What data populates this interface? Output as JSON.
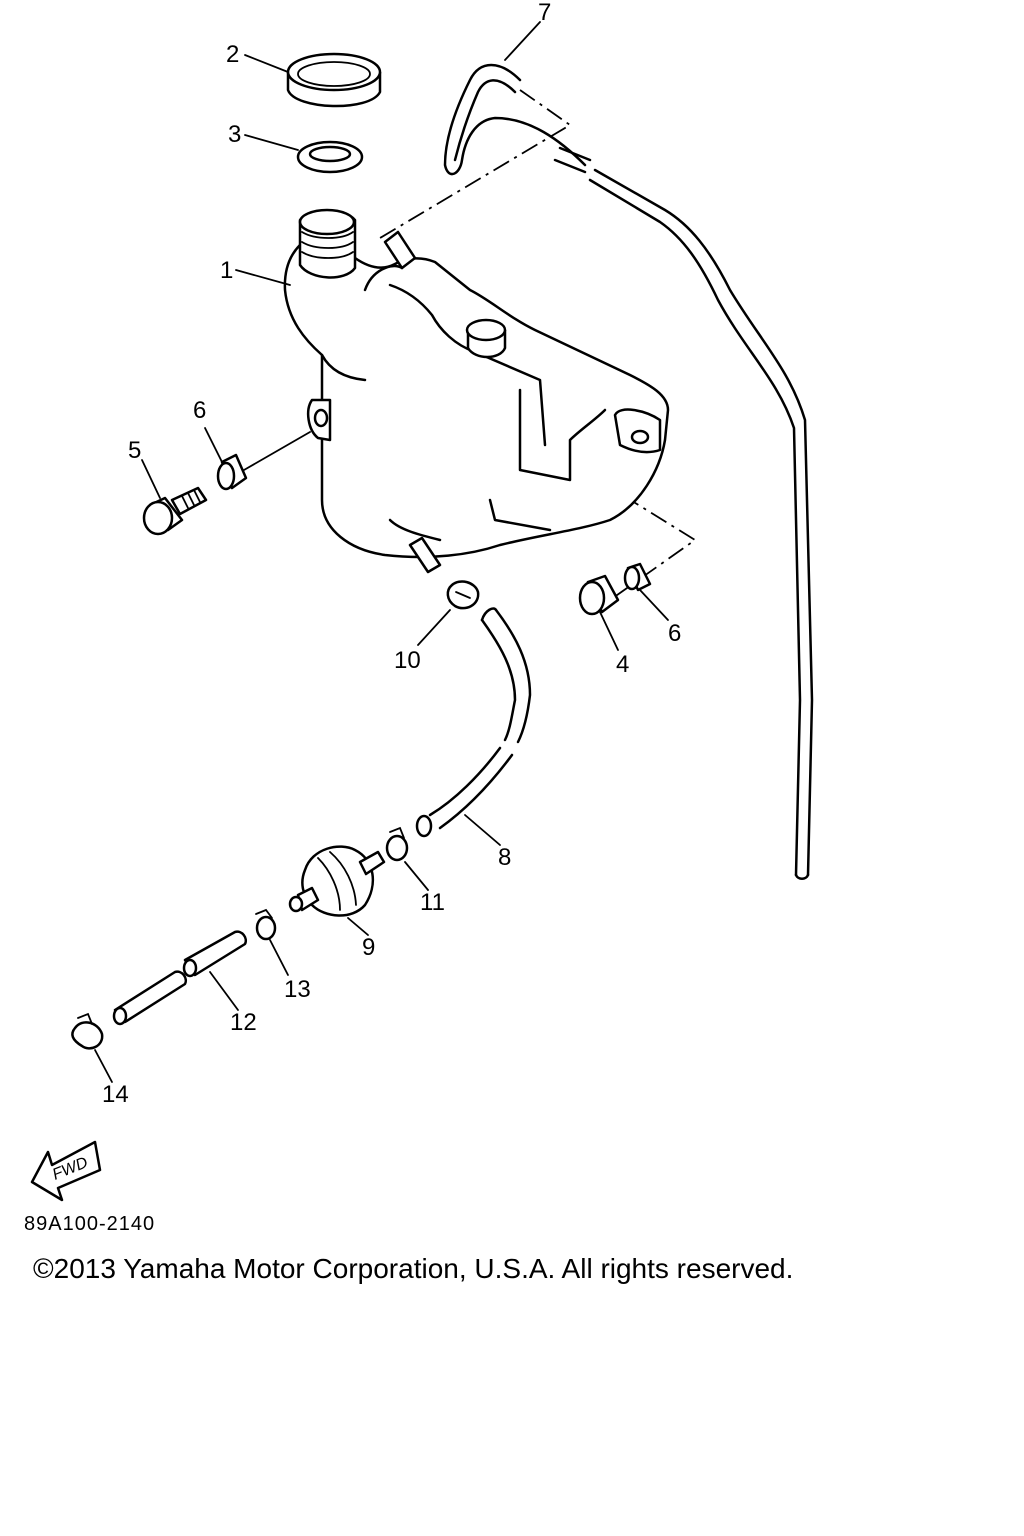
{
  "diagram": {
    "code": "89A100-2140",
    "copyright": "©2013 Yamaha Motor Corporation, U.S.A. All rights reserved.",
    "fwd_label": "FWD",
    "callouts": {
      "c1": "1",
      "c2": "2",
      "c3": "3",
      "c4": "4",
      "c5": "5",
      "c6a": "6",
      "c6b": "6",
      "c7": "7",
      "c8": "8",
      "c9": "9",
      "c10": "10",
      "c11": "11",
      "c12": "12",
      "c13": "13",
      "c14": "14"
    }
  }
}
